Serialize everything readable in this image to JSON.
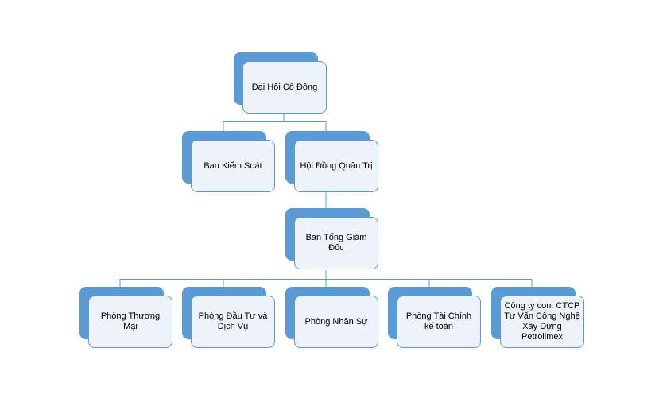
{
  "nodes": {
    "general_meeting": "Đại Hội Cổ Đông",
    "supervisory_board": "Ban Kiểm Soát",
    "board_of_directors": "Hội Đồng Quản Trị",
    "general_directors": "Ban Tổng Giám Đốc",
    "dept_commerce": "Phòng Thương Mại",
    "dept_investment": "Phòng Đầu Tư và Dịch Vụ",
    "dept_hr": "Phòng Nhân Sự",
    "dept_finance": "Phòng Tài Chính kế toán",
    "subsidiary": "Công ty con: CTCP Tư Vấn Công Nghệ Xây Dựng Petrolimex"
  },
  "colors": {
    "accent": "#5b9bd5",
    "card_fill": "#eef3fa",
    "connector": "#5b9bd5"
  }
}
